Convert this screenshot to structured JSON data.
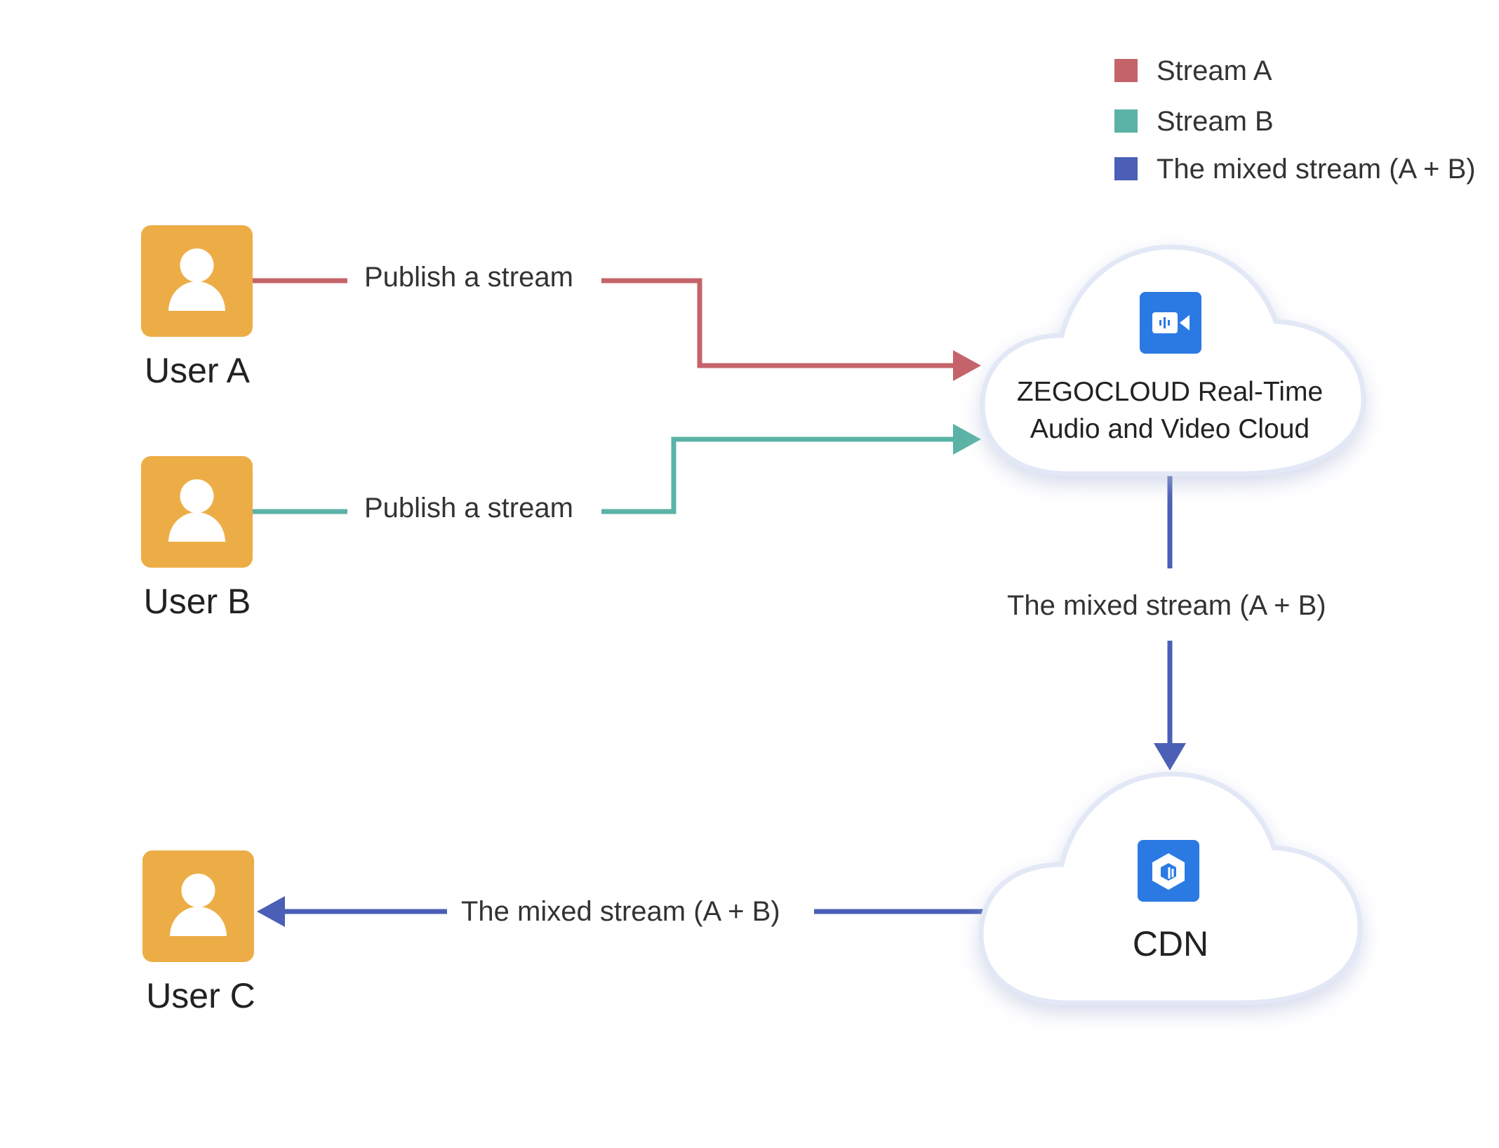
{
  "legend": {
    "items": [
      {
        "label": "Stream A",
        "color": "#C4646A"
      },
      {
        "label": "Stream B",
        "color": "#5AB3A6"
      },
      {
        "label": "The mixed stream (A + B)",
        "color": "#4A5FB5"
      }
    ]
  },
  "users": {
    "a": {
      "label": "User A"
    },
    "b": {
      "label": "User B"
    },
    "c": {
      "label": "User C"
    },
    "icon_color": "#EDAD46"
  },
  "edges": {
    "publish_a": {
      "label": "Publish a stream",
      "color": "#C4646A"
    },
    "publish_b": {
      "label": "Publish a stream",
      "color": "#5AB3A6"
    },
    "cloud_to_cdn": {
      "label": "The mixed stream (A + B)",
      "color": "#4A5FB5"
    },
    "cdn_to_user_c": {
      "label": "The mixed stream (A + B)",
      "color": "#4A5FB5"
    }
  },
  "nodes": {
    "rtc_cloud": {
      "line1": "ZEGOCLOUD Real-Time",
      "line2": "Audio and Video Cloud",
      "icon": "video-camera-icon"
    },
    "cdn": {
      "label": "CDN",
      "icon": "cube-icon"
    },
    "icon_bg": "#2B7AE3"
  }
}
